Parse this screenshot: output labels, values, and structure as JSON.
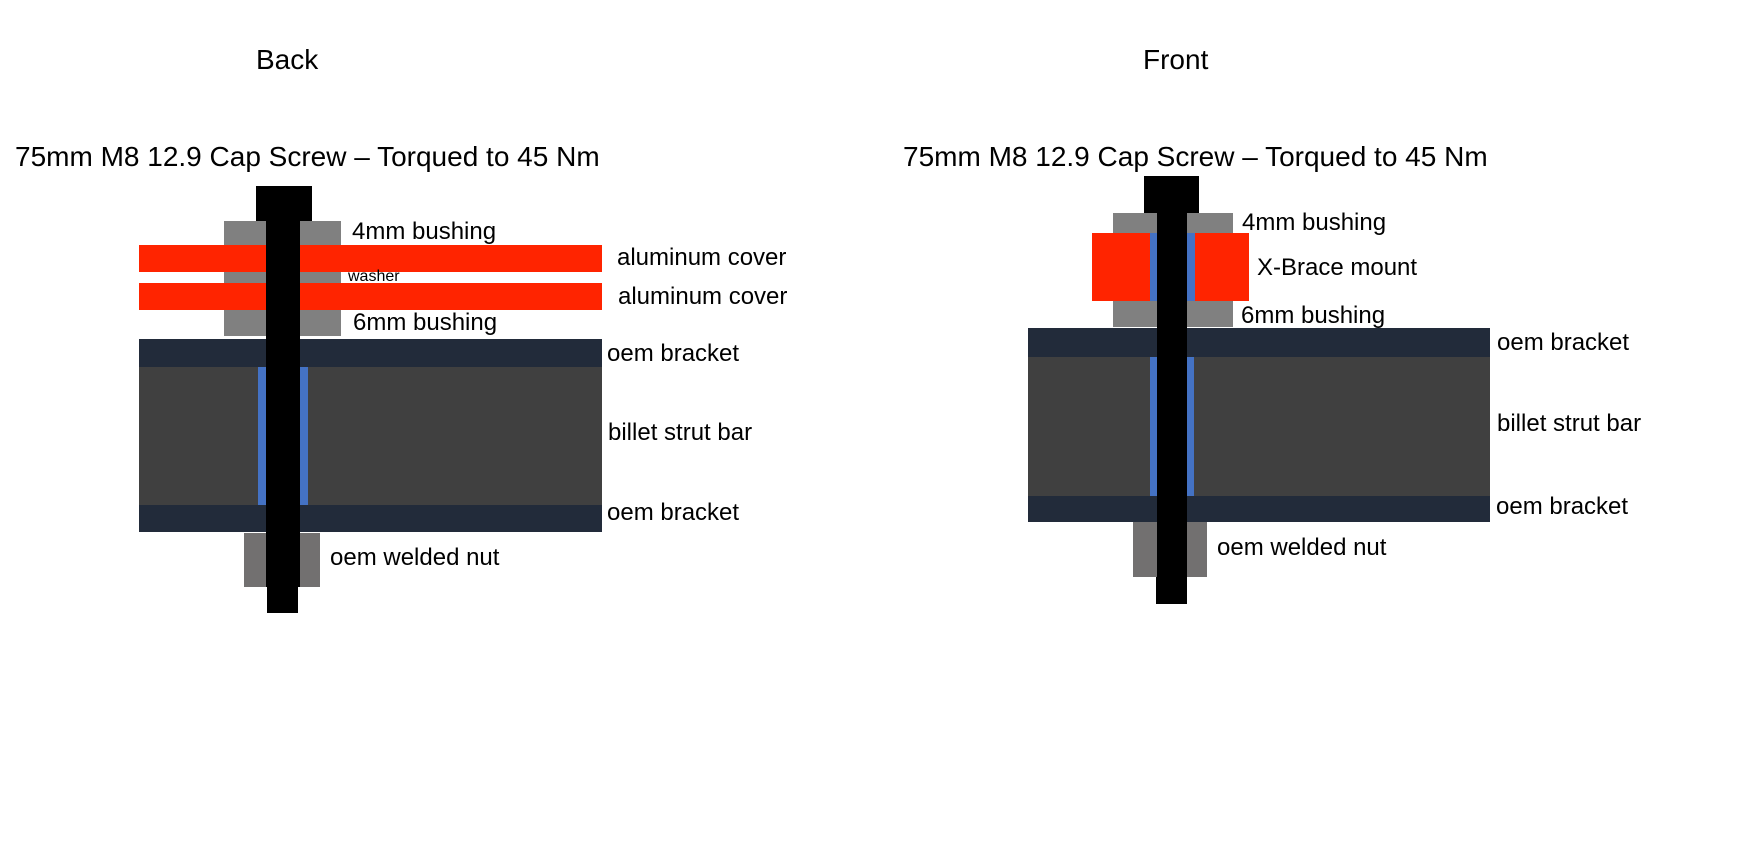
{
  "colors": {
    "red": "#FF2400",
    "navy": "#222B3A",
    "billet": "#404040",
    "bushing_gray": "#808080",
    "nut_gray": "#727070",
    "blue": "#4472C4",
    "black": "#000000"
  },
  "back": {
    "title": "Back",
    "subtitle": "75mm M8 12.9 Cap Screw – Torqued to 45 Nm",
    "labels": {
      "bushing4": "4mm bushing",
      "cover_top": "aluminum cover",
      "washer": "washer",
      "cover_bottom": "aluminum cover",
      "bushing6": "6mm bushing",
      "bracket_top": "oem bracket",
      "strut": "billet strut bar",
      "bracket_bottom": "oem bracket",
      "nut": "oem welded nut"
    }
  },
  "front": {
    "title": "Front",
    "subtitle": "75mm M8 12.9 Cap Screw – Torqued to 45 Nm",
    "labels": {
      "bushing4": "4mm bushing",
      "xbrace": "X-Brace mount",
      "bushing6": "6mm bushing",
      "bracket_top": "oem bracket",
      "strut": "billet strut bar",
      "bracket_bottom": "oem bracket",
      "nut": "oem welded nut"
    }
  }
}
